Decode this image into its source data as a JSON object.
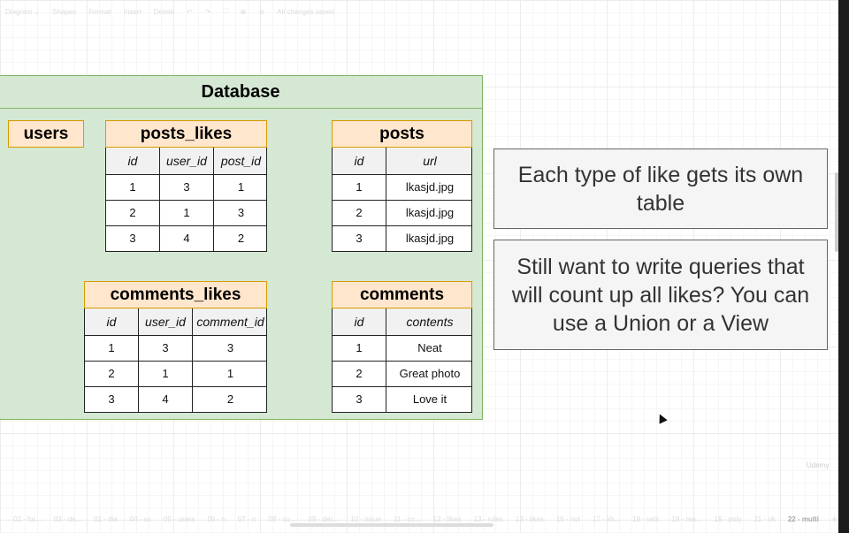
{
  "toolbar": {
    "items": [
      "Diagram ⌄",
      "Shapes",
      "Format",
      "Insert",
      "Delete",
      "↶",
      "↷",
      "⛶",
      "⊕",
      "⊖",
      "All changes saved"
    ]
  },
  "database": {
    "title": "Database",
    "users": {
      "title": "users"
    },
    "tables": [
      {
        "key": "posts_likes",
        "title": "posts_likes",
        "columns": [
          "id",
          "user_id",
          "post_id"
        ],
        "rows": [
          [
            "1",
            "3",
            "1"
          ],
          [
            "2",
            "1",
            "3"
          ],
          [
            "3",
            "4",
            "2"
          ]
        ]
      },
      {
        "key": "posts",
        "title": "posts",
        "columns": [
          "id",
          "url"
        ],
        "rows": [
          [
            "1",
            "lkasjd.jpg"
          ],
          [
            "2",
            "lkasjd.jpg"
          ],
          [
            "3",
            "lkasjd.jpg"
          ]
        ]
      },
      {
        "key": "comments_likes",
        "title": "comments_likes",
        "columns": [
          "id",
          "user_id",
          "comment_id"
        ],
        "rows": [
          [
            "1",
            "3",
            "3"
          ],
          [
            "2",
            "1",
            "1"
          ],
          [
            "3",
            "4",
            "2"
          ]
        ]
      },
      {
        "key": "comments",
        "title": "comments",
        "columns": [
          "id",
          "contents"
        ],
        "rows": [
          [
            "1",
            "Neat"
          ],
          [
            "2",
            "Great photo"
          ],
          [
            "3",
            "Love it"
          ]
        ]
      }
    ]
  },
  "notes": [
    "Each type of like gets its own table",
    "Still want to write queries that will count up all likes? You can use a Union or a View"
  ],
  "tabs": {
    "items": [
      "02 - for...",
      "03 - de...",
      "01 - dia",
      "04 - ss",
      "05 - users",
      "06 - n",
      "07 - n",
      "08 - co...",
      "09 - der...",
      "10 - issue",
      "11 - co...",
      "12 - likes",
      "13 - rules",
      "13 - likes",
      "16 - not",
      "17 - sh...",
      "18 - vals",
      "18 - rea...",
      "19 - poly",
      "21 - ok",
      "22 - multi"
    ],
    "active": "22 - multi",
    "add": "+"
  },
  "watermark": "Udemy",
  "colors": {
    "container_fill": "#d5e8d4",
    "container_border": "#82b366",
    "table_header_fill": "#ffe6cc",
    "table_header_border": "#d79b00",
    "note_fill": "#f5f5f5"
  }
}
